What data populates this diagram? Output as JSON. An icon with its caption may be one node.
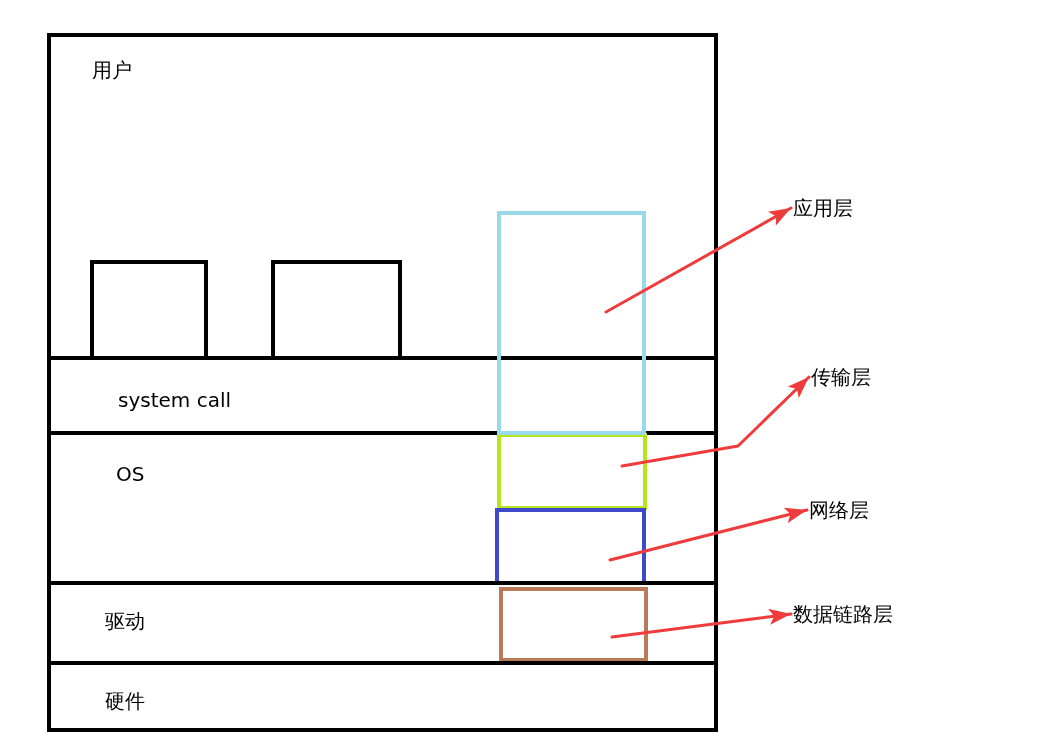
{
  "diagram": {
    "nodes": [
      {
        "text": [
          "用户"
        ]
      },
      {
        "text": [],
        "shape": "box",
        "in": 0
      },
      {
        "text": [],
        "shape": "box",
        "in": 0
      },
      {
        "text": [
          "system call"
        ]
      },
      {
        "text": [
          "OS"
        ]
      },
      {
        "text": [
          "驱动"
        ]
      },
      {
        "text": [
          "硬件"
        ]
      },
      {
        "text": [],
        "shape": "box"
      },
      {
        "text": [],
        "shape": "box",
        "in": 4
      },
      {
        "text": [],
        "shape": "box",
        "in": 4
      },
      {
        "text": [],
        "shape": "box",
        "in": 5
      },
      {
        "text": [
          "应用层"
        ]
      },
      {
        "text": [
          "传输层"
        ]
      },
      {
        "text": [
          "网络层"
        ]
      },
      {
        "text": [
          "数据链路层"
        ]
      }
    ],
    "edges": [
      {
        "from": 7,
        "to": 11,
        "arrow": "to"
      },
      {
        "from": 8,
        "to": 12,
        "arrow": "to"
      },
      {
        "from": 9,
        "to": 13,
        "arrow": "to"
      },
      {
        "from": 10,
        "to": 14,
        "arrow": "to"
      }
    ]
  }
}
